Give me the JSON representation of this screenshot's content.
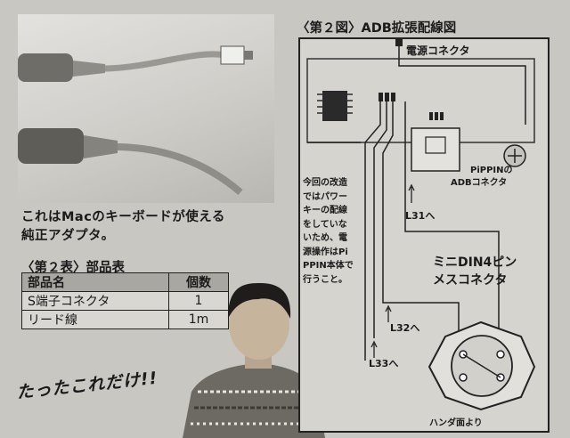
{
  "photo": {
    "caption_line1": "これはMacのキーボードが使える",
    "caption_line2": "純正アダプタ。"
  },
  "parts_table": {
    "title": "〈第２表〉部品表",
    "headers": [
      "部品名",
      "個数"
    ],
    "rows": [
      {
        "name": "S端子コネクタ",
        "qty": "1"
      },
      {
        "name": "リード線",
        "qty": "1m"
      }
    ]
  },
  "diagram": {
    "title": "〈第２図〉ADB拡張配線図",
    "labels": {
      "power_connector": "電源コネクタ",
      "pippin_line1": "PiPPINの",
      "pippin_line2": "ADBコネクタ",
      "l31": "L31へ",
      "l32": "L32へ",
      "l33": "L33へ",
      "mini_din_line1": "ミニDIN4ピン",
      "mini_din_line2": "メスコネクタ",
      "solder_side": "ハンダ面より"
    },
    "note_lines": [
      "今回の改造",
      "ではパワー",
      "キーの配線",
      "をしていな",
      "いため、電",
      "源操作はPi",
      "PPIN本体で",
      "行うこと。"
    ]
  },
  "tagline": "たったこれだけ!!"
}
